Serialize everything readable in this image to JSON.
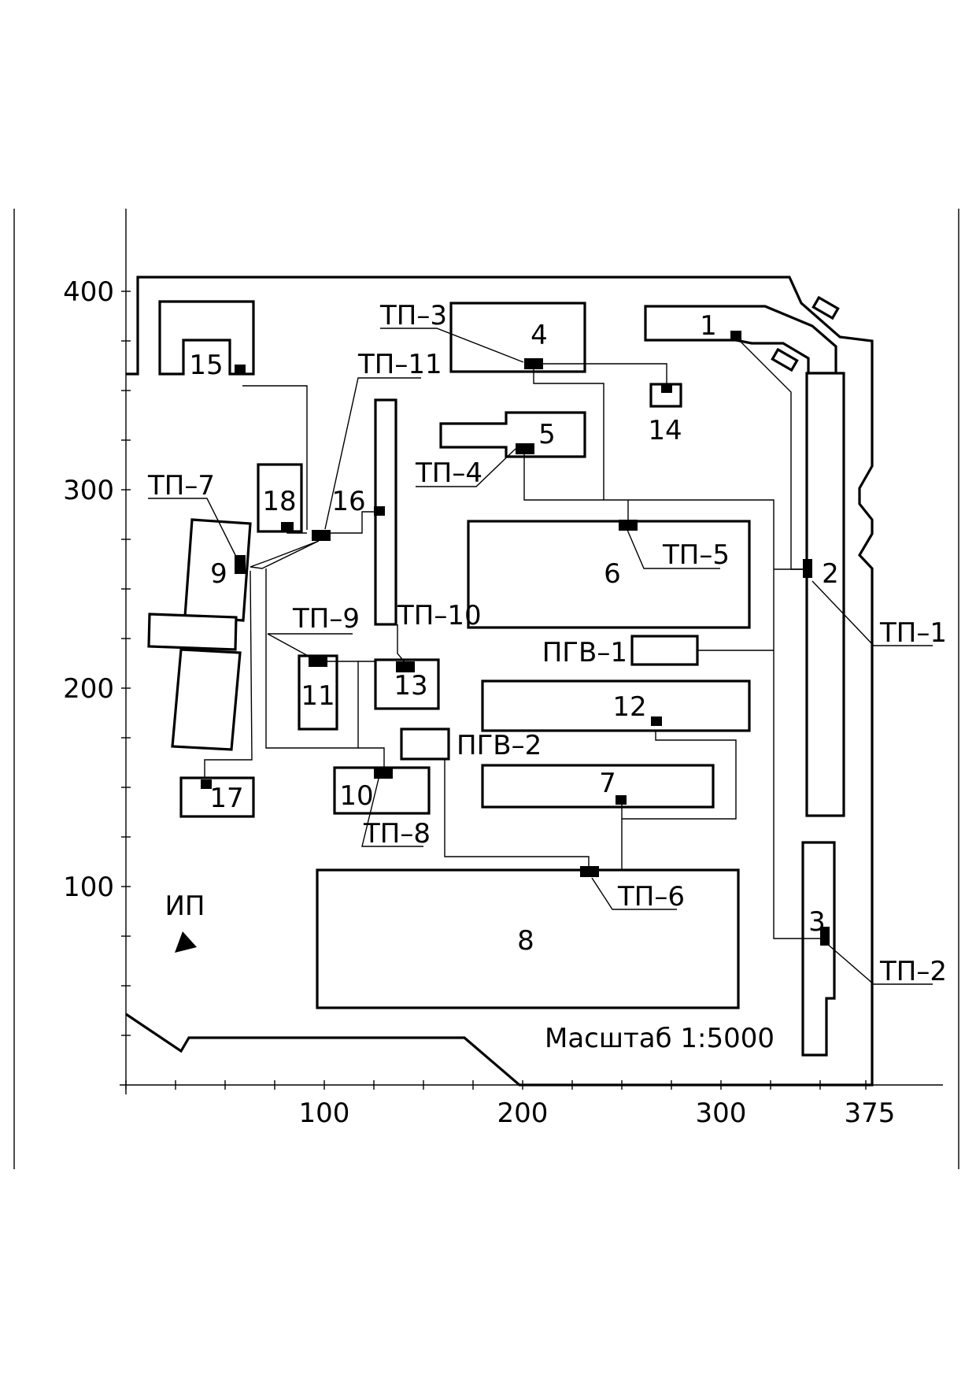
{
  "axis": {
    "y_ticks": [
      "400",
      "300",
      "200",
      "100"
    ],
    "x_ticks": [
      "100",
      "200",
      "300",
      "375"
    ]
  },
  "buildings": {
    "b1": "1",
    "b2": "2",
    "b3": "3",
    "b4": "4",
    "b5": "5",
    "b6": "6",
    "b7": "7",
    "b8": "8",
    "b9": "9",
    "b10": "10",
    "b11": "11",
    "b12": "12",
    "b13": "13",
    "b14": "14",
    "b15": "15",
    "b16": "16",
    "b17": "17",
    "b18": "18"
  },
  "substations": {
    "tp1": "ТП–1",
    "tp2": "ТП–2",
    "tp3": "ТП–3",
    "tp4": "ТП–4",
    "tp5": "ТП–5",
    "tp6": "ТП–6",
    "tp7": "ТП–7",
    "tp8": "ТП–8",
    "tp9": "ТП–9",
    "tp10": "ТП–10",
    "tp11": "ТП–11"
  },
  "gas_points": {
    "pgv1": "ПГВ–1",
    "pgv2": "ПГВ–2"
  },
  "power_source": "ИП",
  "scale": "Масштаб 1:5000"
}
